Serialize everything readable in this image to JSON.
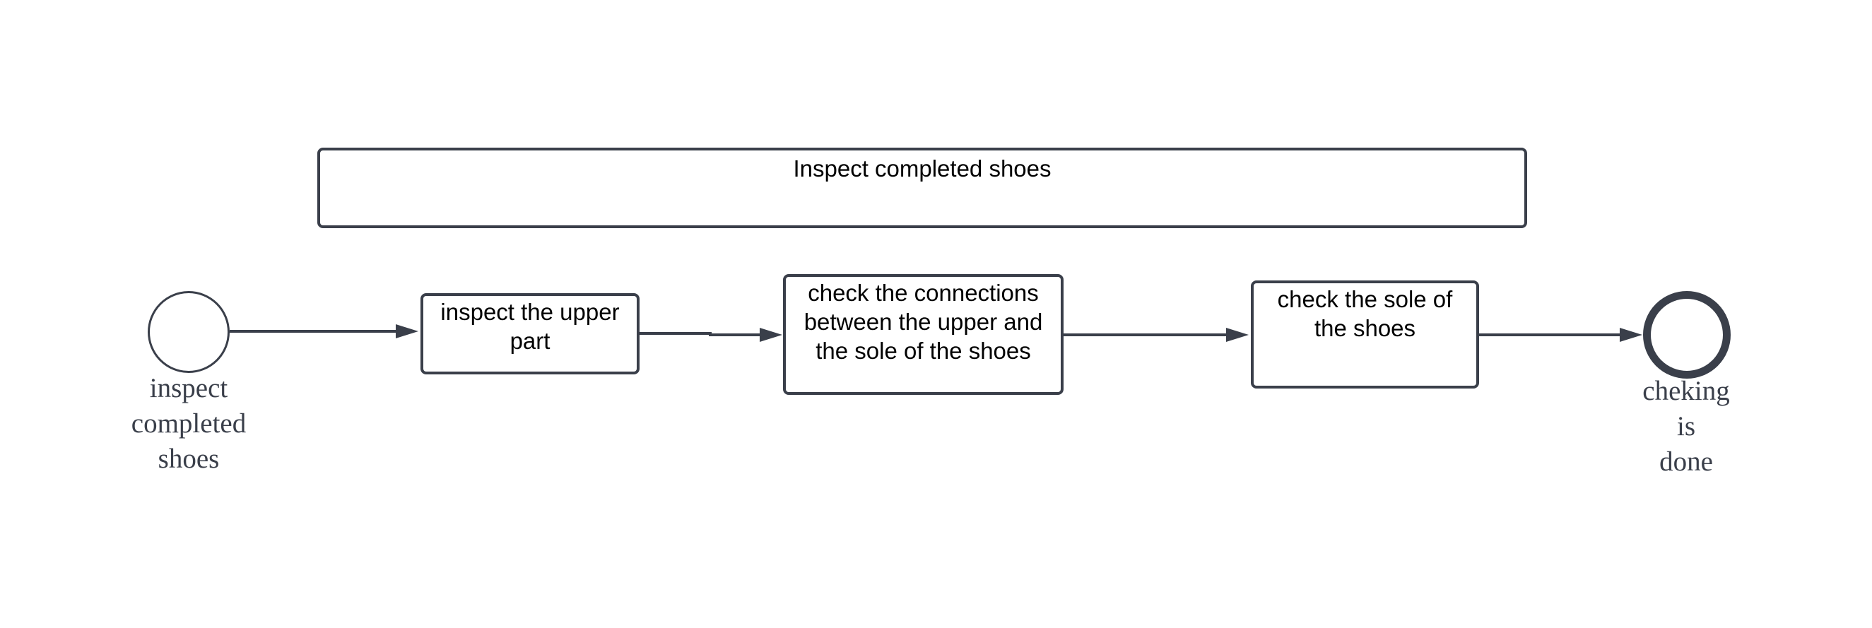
{
  "diagram": {
    "pool_title": "Inspect completed shoes",
    "start_event": {
      "lines": [
        "inspect",
        "completed",
        "shoes"
      ]
    },
    "tasks": [
      {
        "lines": [
          "inspect the upper",
          "part"
        ]
      },
      {
        "lines": [
          "check the connections",
          "between the upper and",
          "the sole of the shoes"
        ]
      },
      {
        "lines": [
          "check the sole of",
          "the shoes"
        ]
      }
    ],
    "end_event": {
      "lines": [
        "cheking",
        "is",
        "done"
      ]
    },
    "colors": {
      "stroke": "#3a3f4a",
      "text": "#000000",
      "background": "#ffffff"
    }
  }
}
